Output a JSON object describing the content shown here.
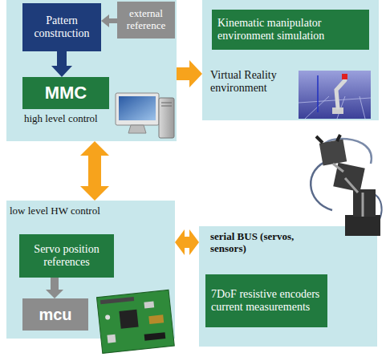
{
  "diagram": {
    "nodes": [
      {
        "text": [
          "high level control"
        ]
      },
      {
        "text": [
          "Pattern construction"
        ],
        "in": 0
      },
      {
        "text": [
          "external reference"
        ],
        "in": 0
      },
      {
        "text": [
          "MMC"
        ],
        "in": 0
      },
      {
        "text": [
          "Virtual Reality environment"
        ]
      },
      {
        "text": [
          "Kinematic manipulator environment simulation"
        ],
        "in": 4
      },
      {
        "text": [
          "low level HW control"
        ]
      },
      {
        "text": [
          "Servo position references"
        ],
        "in": 6
      },
      {
        "text": [
          "mcu"
        ],
        "in": 6
      },
      {
        "text": [
          "serial BUS (servos, sensors)"
        ]
      },
      {
        "text": [
          "7DoF resistive encoders current measurements"
        ],
        "in": 9
      }
    ],
    "edges": [
      {
        "from": 2,
        "to": 1,
        "arrow": "to"
      },
      {
        "from": 1,
        "to": 3,
        "arrow": "to"
      },
      {
        "from": 0,
        "to": 4,
        "arrow": "to"
      },
      {
        "from": 0,
        "to": 6,
        "arrow": "both"
      },
      {
        "from": 7,
        "to": 8,
        "arrow": "to"
      },
      {
        "from": 6,
        "to": 9,
        "arrow": "both"
      }
    ]
  }
}
